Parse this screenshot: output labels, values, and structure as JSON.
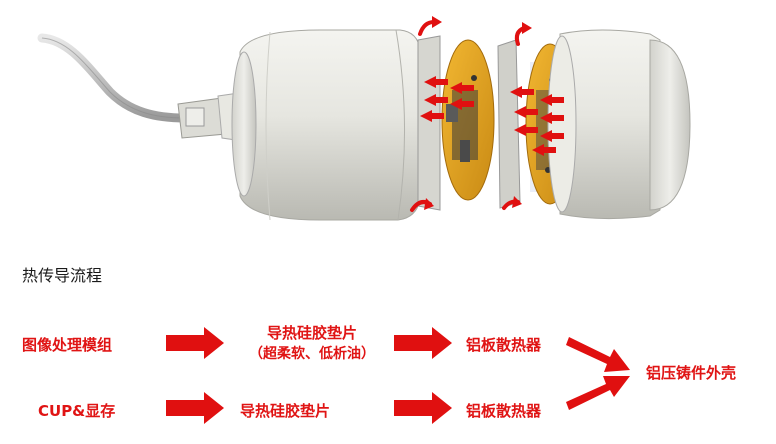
{
  "caption": "热传导流程",
  "flow": {
    "row1": {
      "source": "图像处理模组",
      "pad_line1": "导热硅胶垫片",
      "pad_line2": "（超柔软、低析油）",
      "sink": "铝板散热器"
    },
    "row2": {
      "source": "CUP&显存",
      "pad": "导热硅胶垫片",
      "sink": "铝板散热器"
    },
    "target": "铝压铸件外壳"
  },
  "colors": {
    "arrow": "#e01010",
    "label": "#e01414",
    "housing": "#e4e4de",
    "pcb": "#e0a020"
  }
}
